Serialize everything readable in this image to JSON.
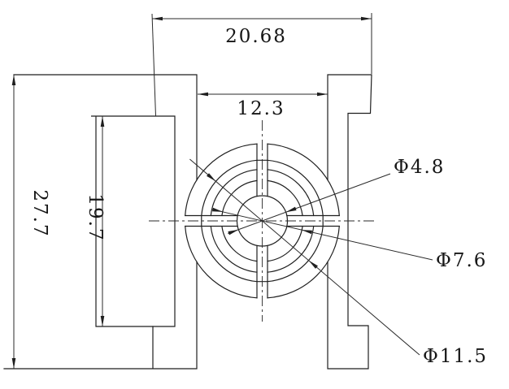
{
  "drawing": {
    "type": "engineering-cross-section",
    "background_color": "#ffffff",
    "line_color": "#1f1f1f",
    "dimensions": {
      "top_width": "20.68",
      "neck_width": "12.3",
      "overall_height": "27.7",
      "slot_height": "19.7"
    },
    "diameters": {
      "inner_circle": "Φ4.8",
      "middle_ring": "Φ7.6",
      "outer_ring": "Φ11.5"
    }
  }
}
